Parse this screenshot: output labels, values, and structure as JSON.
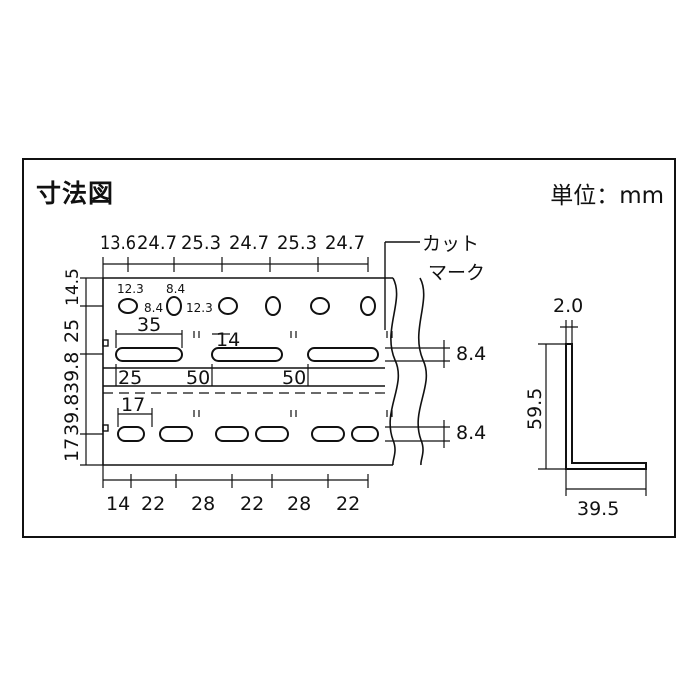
{
  "title": "寸法図",
  "unit_label": "単位：mm",
  "cut_mark_label": [
    "カット",
    "マーク"
  ],
  "top_pitch": [
    "13.6",
    "24.7",
    "25.3",
    "24.7",
    "25.3",
    "24.7"
  ],
  "left_dims": [
    "14.5",
    "25",
    "39.8",
    "39.8",
    "17"
  ],
  "small_hole_dims": [
    "12.3",
    "8.4",
    "8.4",
    "12.3"
  ],
  "slot_dims": {
    "upper_span": "35",
    "upper_offset": "14",
    "mid_spacing": [
      "25",
      "50",
      "50"
    ],
    "lower_offset": "17"
  },
  "slot_width_right": [
    "8.4",
    "8.4"
  ],
  "bottom_pitch": [
    "14",
    "22",
    "28",
    "22",
    "28",
    "22"
  ],
  "section": {
    "thickness": "2.0",
    "height": "59.5",
    "width": "39.5"
  }
}
